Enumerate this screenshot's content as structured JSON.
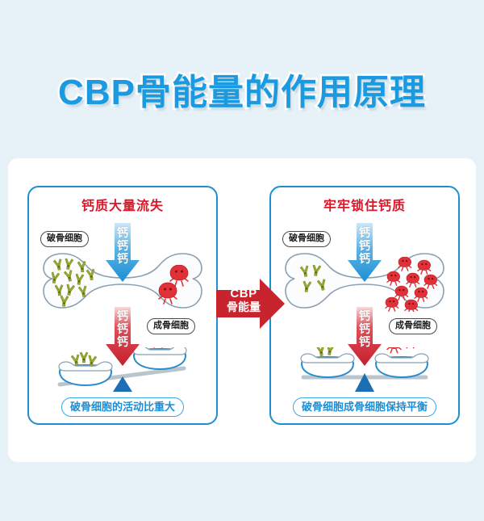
{
  "page": {
    "background_color": "#e6f1f8",
    "card_color": "#ffffff"
  },
  "header": {
    "title": "CBP骨能量的作用原理",
    "title_color": "#1a9ae0",
    "title_outline_color": "#ffffff"
  },
  "colors": {
    "panel_border": "#1d8fd1",
    "panel_title_red": "#d8182b",
    "blue_arrow": "#1b8fd4",
    "red_arrow": "#cc2030",
    "cbp_arrow_red": "#c8242e",
    "status_pill_blue": "#1a8ed6",
    "osteoclast_green": "#9aab2e",
    "osteoblast_red": "#e03038",
    "bone_outline": "#7e93a6",
    "bone_fill": "#fbfcfd"
  },
  "center_arrow": {
    "name": "CBP",
    "line1": "CBP",
    "line2": "骨能量",
    "direction": "right"
  },
  "panels": [
    {
      "id": "before",
      "title": "钙质大量流失",
      "labels": {
        "osteoclast": "破骨细胞",
        "osteoblast": "成骨细胞"
      },
      "arrow_top": {
        "color": "blue",
        "text": "钙钙钙",
        "chars": [
          "钙",
          "钙",
          "钙"
        ],
        "direction": "down"
      },
      "arrow_bottom": {
        "color": "red",
        "text": "钙钙钙",
        "chars": [
          "钙",
          "钙",
          "钙"
        ],
        "direction": "down"
      },
      "bone": {
        "osteoclast_count": 11,
        "osteoblast_count": 2
      },
      "scale": {
        "tilt": "left-heavy",
        "left_pan": {
          "cells": "osteoclast",
          "count": 3
        },
        "right_pan": {
          "cells": "osteoblast",
          "count": 1
        }
      },
      "status": "破骨细胞的活动比重大"
    },
    {
      "id": "after",
      "title": "牢牢锁住钙质",
      "labels": {
        "osteoclast": "破骨细胞",
        "osteoblast": "成骨细胞"
      },
      "arrow_top": {
        "color": "blue",
        "text": "钙钙钙",
        "chars": [
          "钙",
          "钙",
          "钙"
        ],
        "direction": "down"
      },
      "arrow_bottom": {
        "color": "red",
        "text": "钙钙钙",
        "chars": [
          "钙",
          "钙",
          "钙"
        ],
        "direction": "down"
      },
      "bone": {
        "osteoclast_count": 4,
        "osteoblast_count": 9
      },
      "scale": {
        "tilt": "balanced",
        "left_pan": {
          "cells": "osteoclast",
          "count": 2
        },
        "right_pan": {
          "cells": "osteoblast",
          "count": 2
        }
      },
      "status": "破骨细胞成骨细胞保持平衡"
    }
  ]
}
